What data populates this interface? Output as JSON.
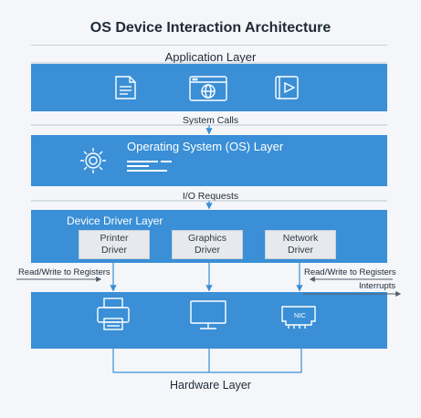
{
  "title": "OS Device Interaction Architecture",
  "layers": {
    "application": "Application Layer",
    "system_calls": "System Calls",
    "os": "Operating System (OS) Layer",
    "io_requests": "I/O Requests",
    "device_driver": "Device Driver Layer",
    "hardware": "Hardware Layer"
  },
  "drivers": {
    "printer": [
      "Printer",
      "Driver"
    ],
    "graphics": [
      "Graphics",
      "Driver"
    ],
    "network": [
      "Network",
      "Driver"
    ]
  },
  "annotations": {
    "read_write_left": "Read/Write to Registers",
    "read_write_right": "Read/Write to Registers",
    "interrupts": "Interrupts",
    "nic": "NIC"
  },
  "icons": {
    "app": [
      "document-icon",
      "browser-icon",
      "media-player-icon"
    ],
    "os": "gear-icon",
    "hardware": [
      "printer-icon",
      "monitor-icon",
      "nic-card-icon"
    ]
  },
  "colors": {
    "band": "#3a8fd6",
    "driver_box": "#e6e9ed",
    "text": "#1f2a37"
  }
}
